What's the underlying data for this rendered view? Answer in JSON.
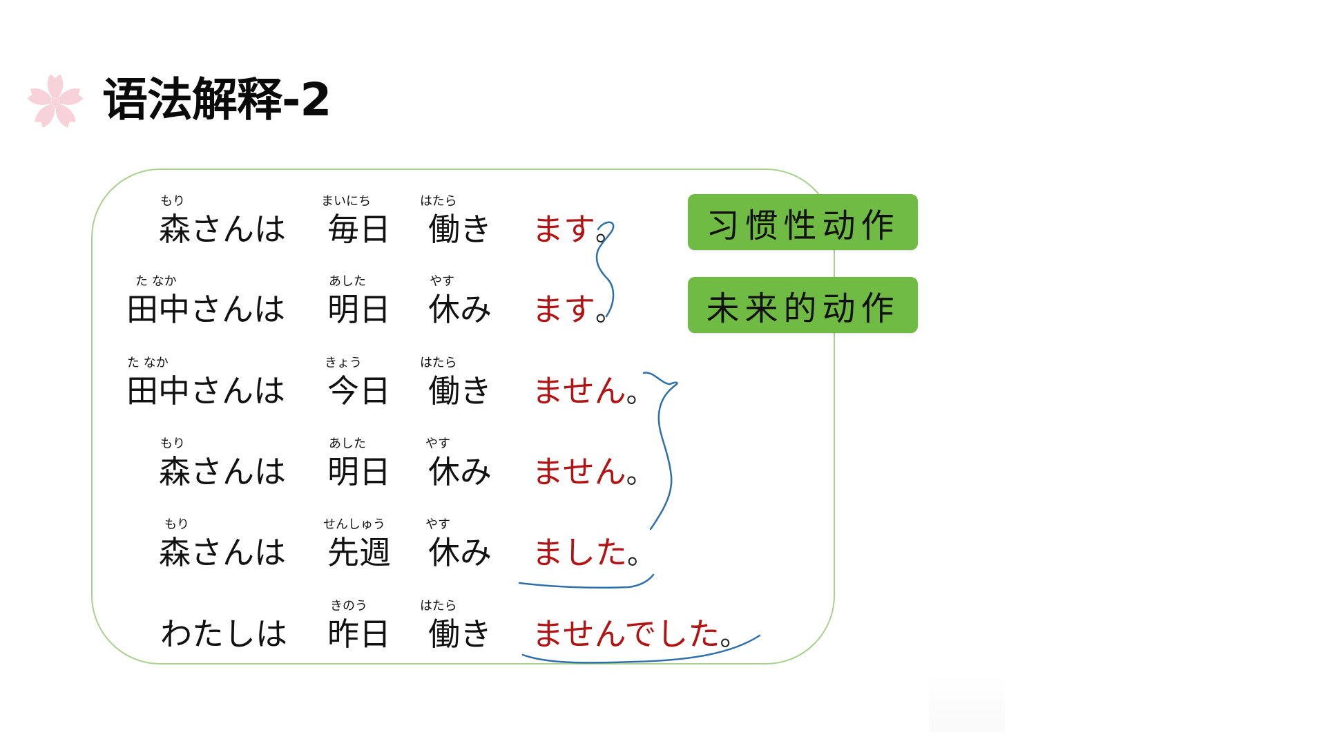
{
  "slide": {
    "title": "语法解释-2",
    "icon": "sakura-icon"
  },
  "rows": [
    {
      "subject": {
        "text": "森さんは",
        "ruby": "もり"
      },
      "time": {
        "text": "毎日",
        "ruby": "まいにち"
      },
      "verb": {
        "text": "働き",
        "ruby": "はたら"
      },
      "ending": "ます",
      "period": "。"
    },
    {
      "subject": {
        "text": "田中さんは",
        "ruby": "た なか"
      },
      "time": {
        "text": "明日",
        "ruby": "あした"
      },
      "verb": {
        "text": "休み",
        "ruby": "やす"
      },
      "ending": "ます",
      "period": "。"
    },
    {
      "subject": {
        "text": "田中さんは",
        "ruby": "た なか"
      },
      "time": {
        "text": "今日",
        "ruby": "きょう"
      },
      "verb": {
        "text": "働き",
        "ruby": "はたら"
      },
      "ending": "ません",
      "period": "。"
    },
    {
      "subject": {
        "text": "森さんは",
        "ruby": "もり"
      },
      "time": {
        "text": "明日",
        "ruby": "あした"
      },
      "verb": {
        "text": "休み",
        "ruby": "やす"
      },
      "ending": "ません",
      "period": "。"
    },
    {
      "subject": {
        "text": "森さんは",
        "ruby": "もり"
      },
      "time": {
        "text": "先週",
        "ruby": "せんしゅう"
      },
      "verb": {
        "text": "休み",
        "ruby": "やす"
      },
      "ending": "ました",
      "period": "。"
    },
    {
      "subject": {
        "text": "わたしは",
        "ruby": ""
      },
      "time": {
        "text": "昨日",
        "ruby": "きのう"
      },
      "verb": {
        "text": "働き",
        "ruby": "はたら"
      },
      "ending": "ませんでした",
      "period": "。"
    }
  ],
  "badges": [
    {
      "label": "习惯性动作"
    },
    {
      "label": "未来的动作"
    }
  ],
  "colors": {
    "ending_red": "#b01414",
    "badge_green": "#70bb44",
    "panel_border": "#a9d08e",
    "annotation_blue": "#2f6fa8",
    "sakura_pink": "#f8d0d8"
  }
}
